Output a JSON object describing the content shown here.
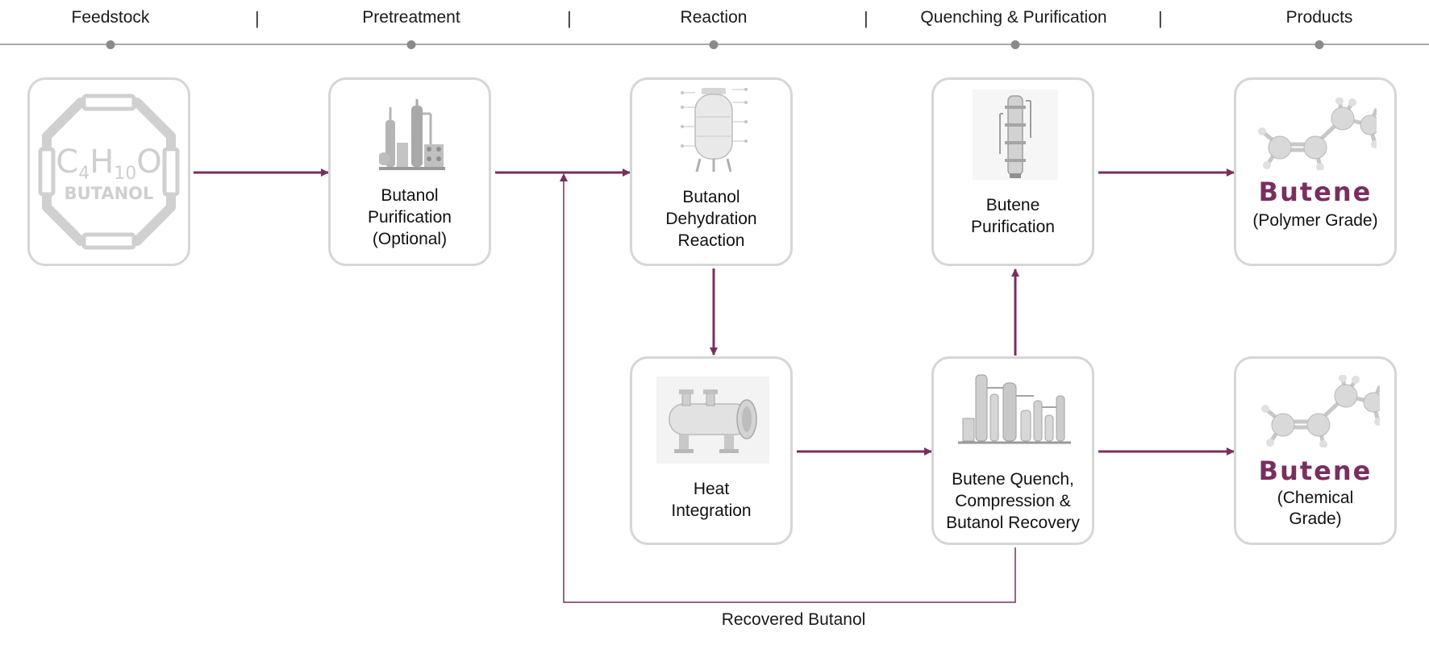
{
  "stages": [
    "Feedstock",
    "Pretreatment",
    "Reaction",
    "Quenching & Purification",
    "Products"
  ],
  "separator": "|",
  "feedstock": {
    "formula_c": "C",
    "formula_c_sub": "4",
    "formula_h": "H",
    "formula_h_sub": "10",
    "formula_o": "O",
    "name": "BUTANOL"
  },
  "nodes": {
    "purification": {
      "line1": "Butanol",
      "line2": "Purification",
      "line3": "(Optional)",
      "icon": "refinery-icon"
    },
    "dehydration": {
      "line1": "Butanol",
      "line2": "Dehydration",
      "line3": "Reaction",
      "icon": "reactor-vessel-icon"
    },
    "heat": {
      "line1": "Heat",
      "line2": "Integration",
      "icon": "heat-exchanger-icon"
    },
    "quench": {
      "line1": "Butene Quench,",
      "line2": "Compression &",
      "line3": "Butanol Recovery",
      "icon": "process-plant-icon"
    },
    "butene_purification": {
      "line1": "Butene",
      "line2": "Purification",
      "icon": "distillation-column-icon"
    }
  },
  "products": {
    "polymer": {
      "name": "Butene",
      "sub1": "(Polymer Grade)",
      "icon": "butene-molecule-icon"
    },
    "chemical": {
      "name": "Butene",
      "sub1": "(Chemical",
      "sub2": "Grade)",
      "icon": "butene-molecule-icon"
    }
  },
  "recycle_label": "Recovered Butanol",
  "colors": {
    "arrow": "#7a2e5f",
    "box_border": "#d6d6d6",
    "timeline": "#a8a8a8",
    "icon_gray": "#c9c9c9"
  }
}
